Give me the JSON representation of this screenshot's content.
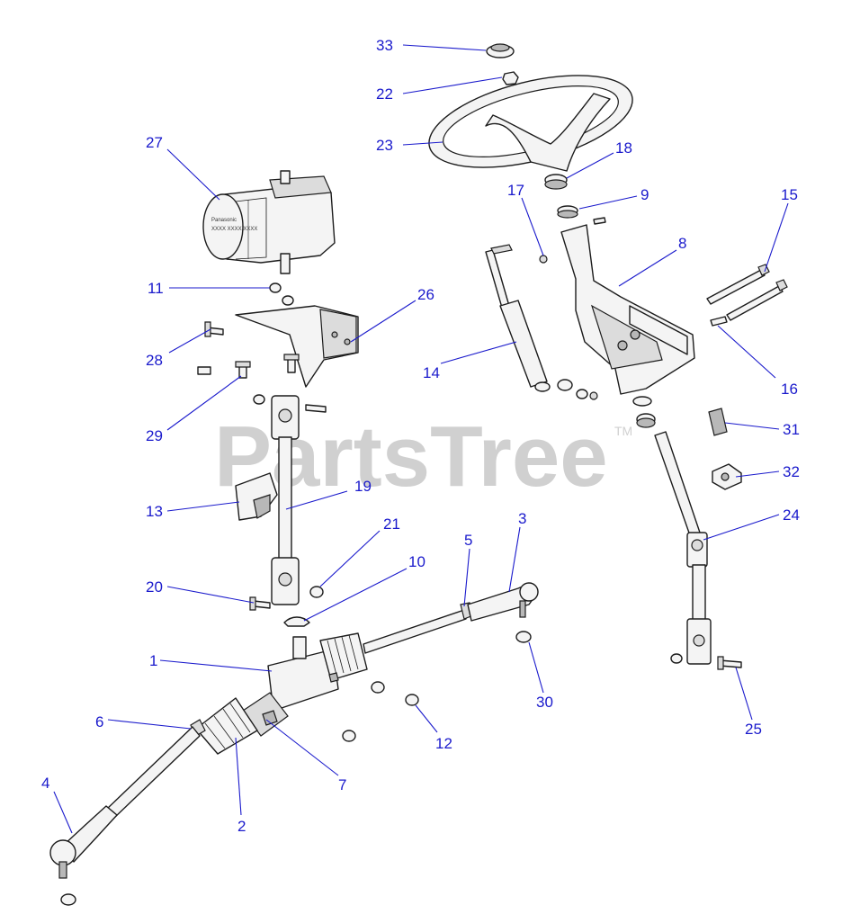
{
  "watermark": {
    "text": "PartsTree",
    "trademark": "TM"
  },
  "motor": {
    "label_line1": "Panasonic",
    "label_line2": "XXXX XXXX XXXX"
  },
  "callouts": [
    {
      "id": "1",
      "text": "1"
    },
    {
      "id": "2",
      "text": "2"
    },
    {
      "id": "3",
      "text": "3"
    },
    {
      "id": "4",
      "text": "4"
    },
    {
      "id": "5",
      "text": "5"
    },
    {
      "id": "6",
      "text": "6"
    },
    {
      "id": "7",
      "text": "7"
    },
    {
      "id": "8",
      "text": "8"
    },
    {
      "id": "9",
      "text": "9"
    },
    {
      "id": "10",
      "text": "10"
    },
    {
      "id": "11",
      "text": "11"
    },
    {
      "id": "12",
      "text": "12"
    },
    {
      "id": "13",
      "text": "13"
    },
    {
      "id": "14",
      "text": "14"
    },
    {
      "id": "15",
      "text": "15"
    },
    {
      "id": "16",
      "text": "16"
    },
    {
      "id": "17",
      "text": "17"
    },
    {
      "id": "18",
      "text": "18"
    },
    {
      "id": "19",
      "text": "19"
    },
    {
      "id": "20",
      "text": "20"
    },
    {
      "id": "21",
      "text": "21"
    },
    {
      "id": "22",
      "text": "22"
    },
    {
      "id": "23",
      "text": "23"
    },
    {
      "id": "24",
      "text": "24"
    },
    {
      "id": "25",
      "text": "25"
    },
    {
      "id": "26",
      "text": "26"
    },
    {
      "id": "27",
      "text": "27"
    },
    {
      "id": "28",
      "text": "28"
    },
    {
      "id": "29",
      "text": "29"
    },
    {
      "id": "30",
      "text": "30"
    },
    {
      "id": "31",
      "text": "31"
    },
    {
      "id": "32",
      "text": "32"
    },
    {
      "id": "33",
      "text": "33"
    }
  ],
  "colors": {
    "callout": "#1a1acc",
    "watermark": "#d0d0d0",
    "line": "#1c1c1c"
  }
}
